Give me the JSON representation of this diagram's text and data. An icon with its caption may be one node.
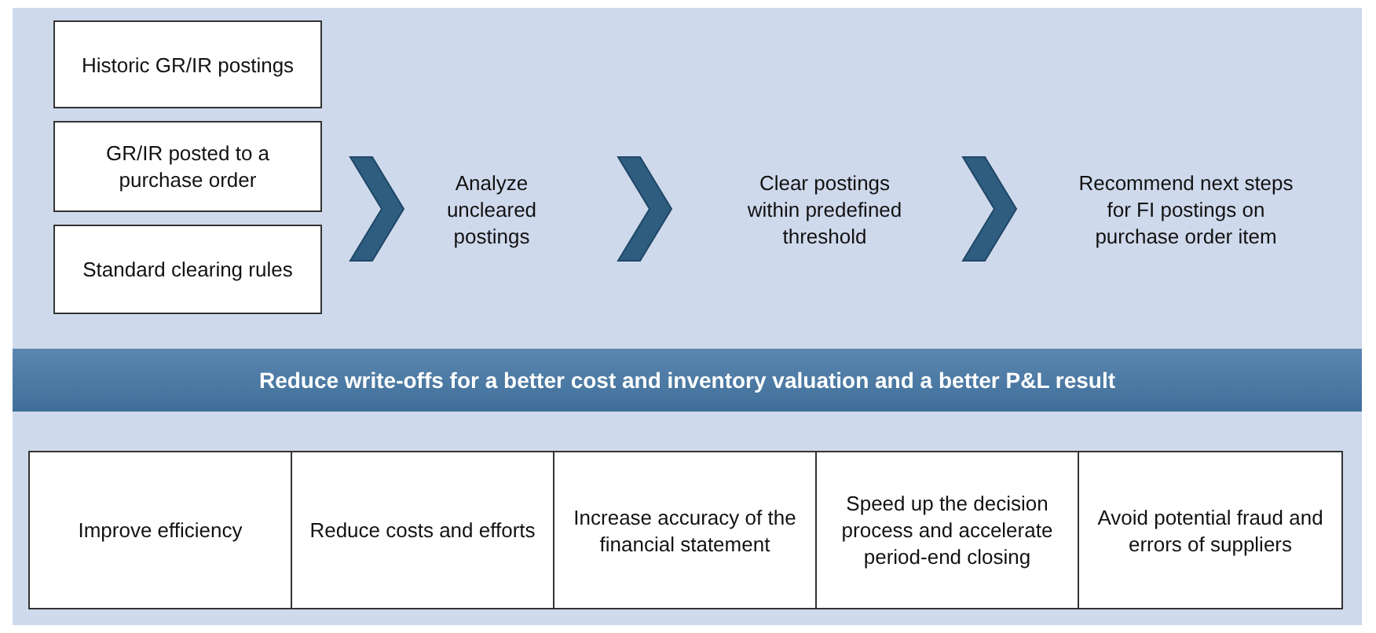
{
  "diagram": {
    "nodes": [
      {
        "text": [
          "Historic GR/IR postings"
        ]
      },
      {
        "text": [
          "GR/IR posted to a purchase order"
        ]
      },
      {
        "text": [
          "Standard clearing rules"
        ]
      },
      {
        "text": [
          "Analyze uncleared postings"
        ]
      },
      {
        "text": [
          "Clear postings within predefined threshold"
        ]
      },
      {
        "text": [
          "Recommend next steps for FI postings on purchase order item"
        ]
      },
      {
        "text": [
          "Reduce write-offs for a better cost and inventory valuation and a better P&L result"
        ]
      },
      {
        "text": [
          "Improve efficiency"
        ]
      },
      {
        "text": [
          "Reduce costs and efforts"
        ]
      },
      {
        "text": [
          "Increase accuracy of the financial statement"
        ]
      },
      {
        "text": [
          "Speed up the decision process and accelerate period-end closing"
        ]
      },
      {
        "text": [
          "Avoid potential fraud and errors of suppliers"
        ]
      }
    ],
    "edges": [
      {
        "from": 0,
        "to": 3,
        "arrow": "to"
      },
      {
        "from": 1,
        "to": 3,
        "arrow": "to"
      },
      {
        "from": 2,
        "to": 3,
        "arrow": "to"
      },
      {
        "from": 3,
        "to": 4,
        "arrow": "to"
      },
      {
        "from": 4,
        "to": 5,
        "arrow": "to"
      }
    ]
  }
}
